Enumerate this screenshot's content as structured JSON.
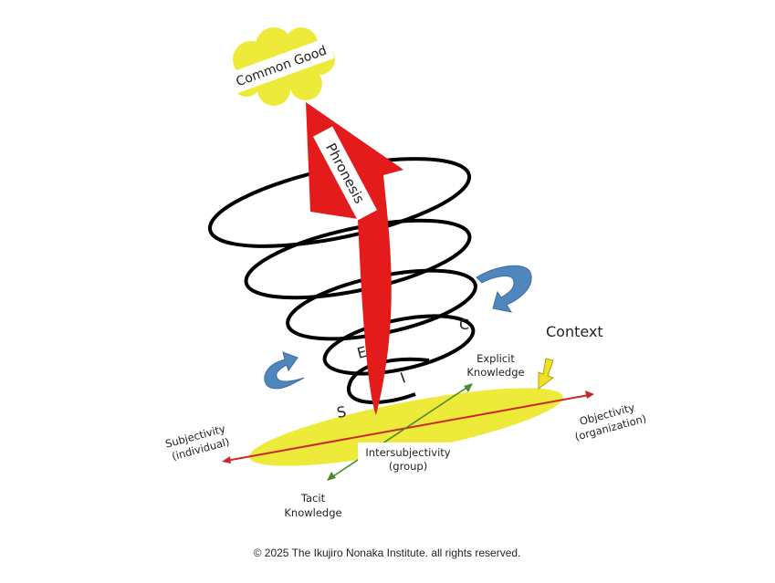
{
  "diagram": {
    "goal": "Common Good",
    "arrow_label": "Phronesis",
    "seci": {
      "s": "S",
      "e": "E",
      "c": "C",
      "i": "I"
    },
    "context": "Context",
    "explicit": [
      "Explicit",
      "Knowledge"
    ],
    "tacit": [
      "Tacit",
      "Knowledge"
    ],
    "subjectivity": [
      "Subjectivity",
      "(individual)"
    ],
    "objectivity": [
      "Objectivity",
      "(organization)"
    ],
    "intersubjectivity": [
      "Intersubjectivity",
      "(group)"
    ],
    "colors": {
      "red": "#e31b1b",
      "yellow": "#eeea3a",
      "blue": "#4f86bd",
      "green": "#4a8a2a"
    }
  },
  "footer": "© 2025 The Ikujiro Nonaka Institute. all rights reserved."
}
